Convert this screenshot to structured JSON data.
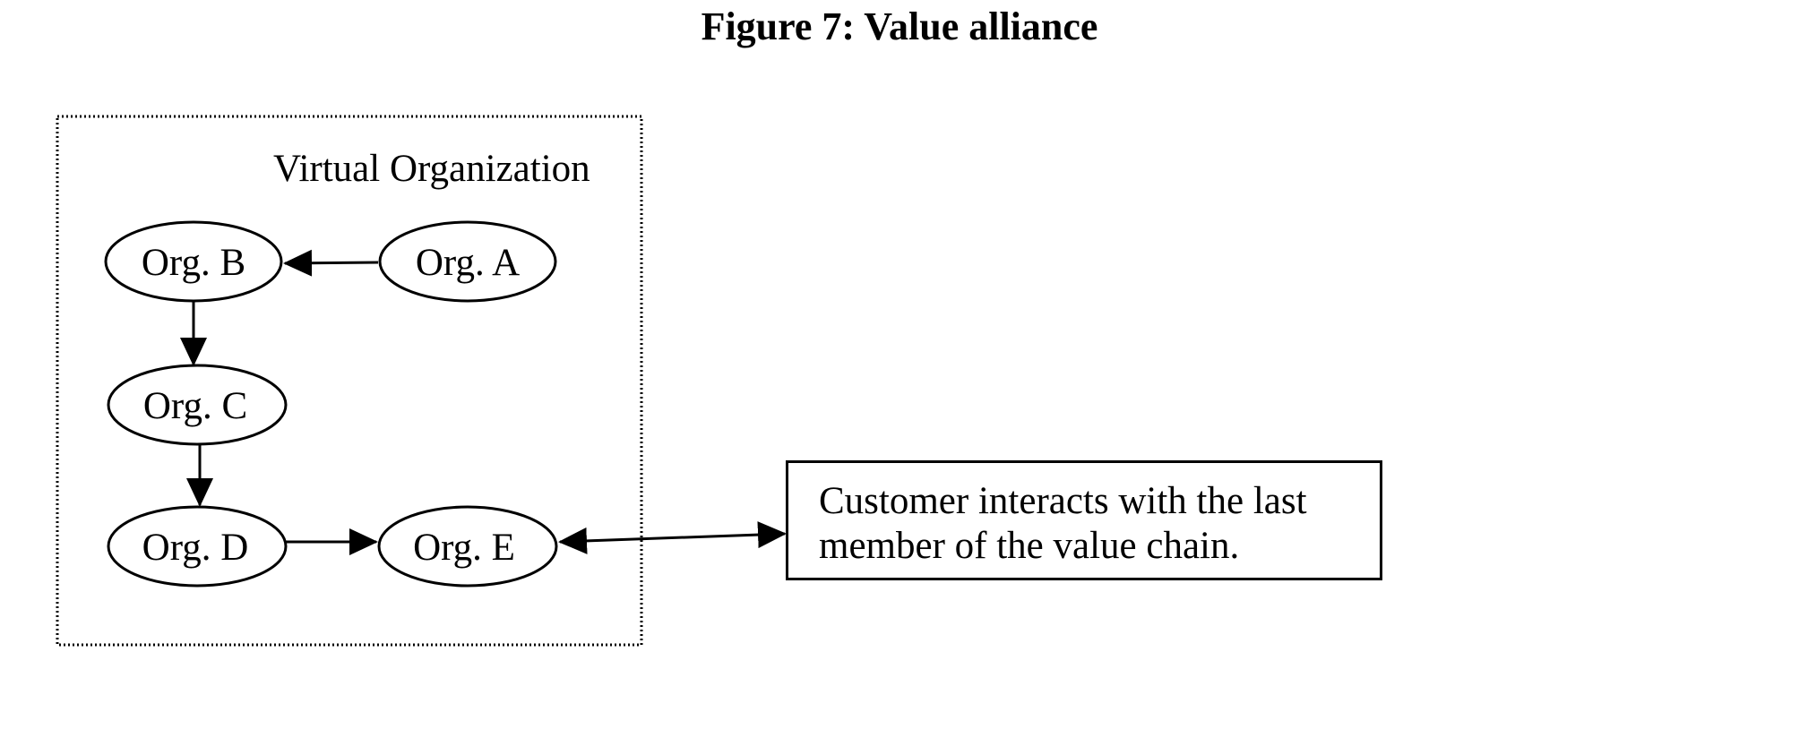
{
  "figure": {
    "title": "Figure 7: Value alliance"
  },
  "group": {
    "label": "Virtual Organization"
  },
  "nodes": {
    "org_a": "Org. A",
    "org_b": "Org. B",
    "org_c": "Org. C",
    "org_d": "Org. D",
    "org_e": "Org. E"
  },
  "customer": {
    "line1": "Customer interacts with the last",
    "line2": "member of the value chain."
  },
  "edges": [
    {
      "from": "Org. A",
      "to": "Org. B"
    },
    {
      "from": "Org. B",
      "to": "Org. C"
    },
    {
      "from": "Org. C",
      "to": "Org. D"
    },
    {
      "from": "Org. D",
      "to": "Org. E"
    },
    {
      "from": "Org. E",
      "to": "Customer",
      "bidirectional": true
    }
  ]
}
